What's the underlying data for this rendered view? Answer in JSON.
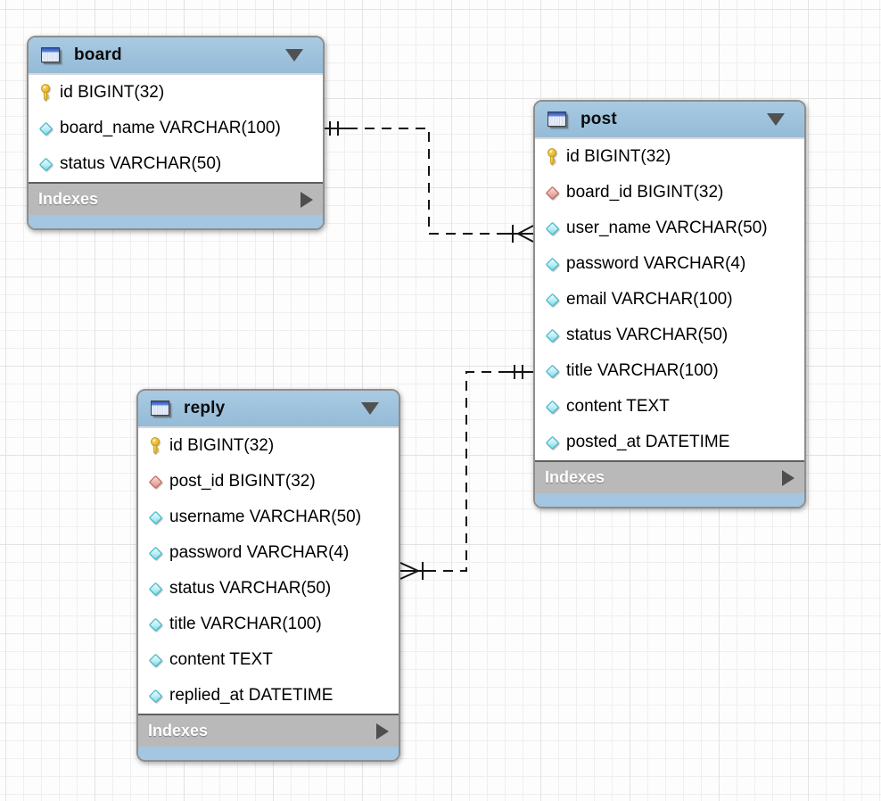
{
  "diagram": {
    "kind": "er-diagram",
    "canvas_bg": "#fdfdfd",
    "grid_line_color": "#efefef"
  },
  "colors": {
    "table_header_blue": "#9fc3de",
    "table_footer_strip_blue": "#a3c6e2",
    "indexes_bar_gray": "#b9b9b9",
    "table_border_gray": "#8e8e8e",
    "relationship_line": "#151515",
    "primary_key_yellow": "#f0c42e",
    "foreign_key_diamond_red": "#dd8a80",
    "attribute_diamond_cyan": "#6fd8e6",
    "arrow_dark_gray": "#4e4e4e"
  },
  "tables": [
    {
      "title": "board",
      "footer_label": "Indexes",
      "columns": [
        {
          "icon": "primary-key-icon",
          "label": "id BIGINT(32)"
        },
        {
          "icon": "attribute-diamond-icon",
          "label": "board_name VARCHAR(100)"
        },
        {
          "icon": "attribute-diamond-icon",
          "label": "status VARCHAR(50)"
        }
      ]
    },
    {
      "title": "post",
      "footer_label": "Indexes",
      "columns": [
        {
          "icon": "primary-key-icon",
          "label": "id BIGINT(32)"
        },
        {
          "icon": "foreign-key-diamond-icon",
          "label": "board_id BIGINT(32)"
        },
        {
          "icon": "attribute-diamond-icon",
          "label": "user_name VARCHAR(50)"
        },
        {
          "icon": "attribute-diamond-icon",
          "label": "password VARCHAR(4)"
        },
        {
          "icon": "attribute-diamond-icon",
          "label": "email VARCHAR(100)"
        },
        {
          "icon": "attribute-diamond-icon",
          "label": "status VARCHAR(50)"
        },
        {
          "icon": "attribute-diamond-icon",
          "label": "title VARCHAR(100)"
        },
        {
          "icon": "attribute-diamond-icon",
          "label": "content TEXT"
        },
        {
          "icon": "attribute-diamond-icon",
          "label": "posted_at DATETIME"
        }
      ]
    },
    {
      "title": "reply",
      "footer_label": "Indexes",
      "columns": [
        {
          "icon": "primary-key-icon",
          "label": "id BIGINT(32)"
        },
        {
          "icon": "foreign-key-diamond-icon",
          "label": "post_id BIGINT(32)"
        },
        {
          "icon": "attribute-diamond-icon",
          "label": "username VARCHAR(50)"
        },
        {
          "icon": "attribute-diamond-icon",
          "label": "password VARCHAR(4)"
        },
        {
          "icon": "attribute-diamond-icon",
          "label": "status VARCHAR(50)"
        },
        {
          "icon": "attribute-diamond-icon",
          "label": "title VARCHAR(100)"
        },
        {
          "icon": "attribute-diamond-icon",
          "label": "content TEXT"
        },
        {
          "icon": "attribute-diamond-icon",
          "label": "replied_at DATETIME"
        }
      ]
    }
  ],
  "relationships": [
    {
      "from_table": "board",
      "to_table": "post",
      "from_cardinality": "one-and-only-one (||)",
      "to_cardinality": "many (crow's foot with bar)",
      "line_style": "dashed (non-identifying)"
    },
    {
      "from_table": "post",
      "to_table": "reply",
      "from_cardinality": "one-and-only-one (||)",
      "to_cardinality": "many (crow's foot with bar)",
      "line_style": "dashed (non-identifying)"
    }
  ]
}
